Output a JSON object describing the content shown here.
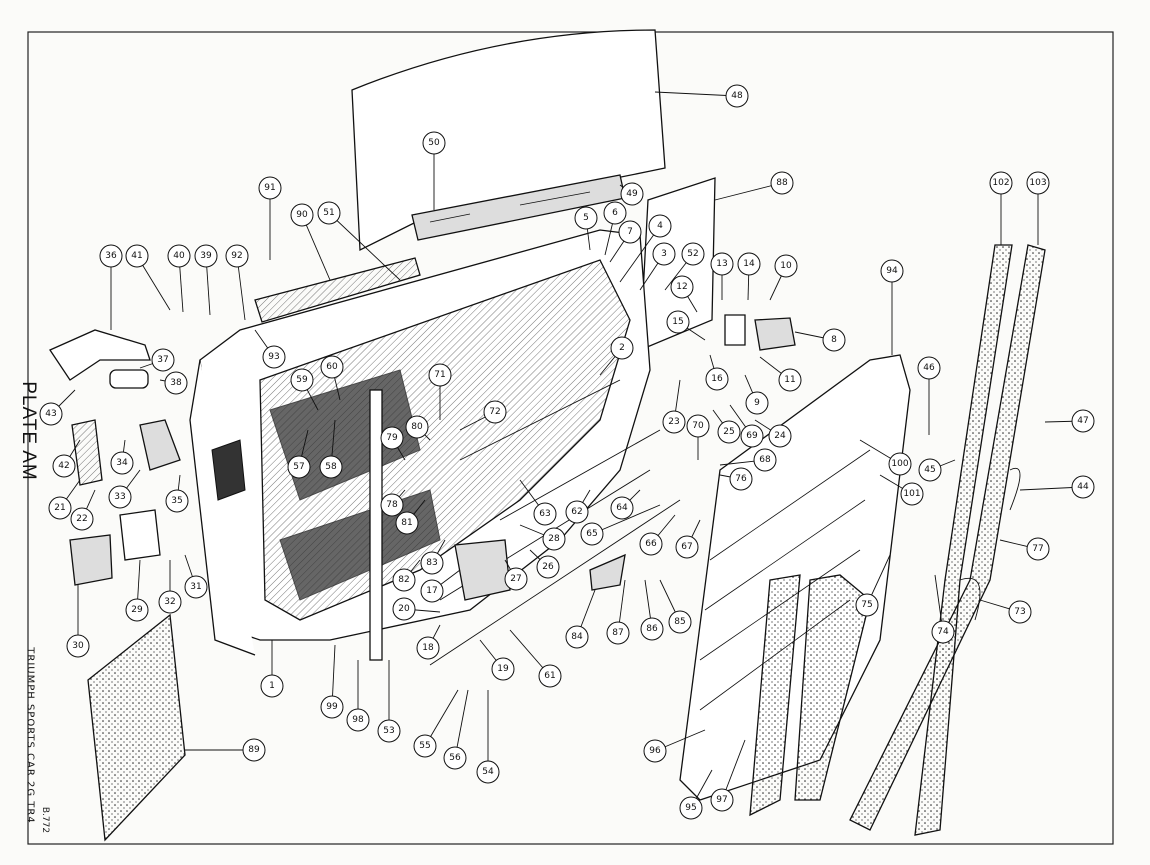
{
  "plate_title": "PLATE AM",
  "caption": "TRIUMPH SPORTS CAR 2G TR4",
  "plate_code": "B.772",
  "diagram_type": "exploded-parts-diagram",
  "callouts": [
    "1",
    "2",
    "3",
    "4",
    "5",
    "6",
    "7",
    "8",
    "9",
    "10",
    "11",
    "12",
    "13",
    "14",
    "15",
    "16",
    "17",
    "18",
    "19",
    "20",
    "21",
    "22",
    "23",
    "24",
    "25",
    "26",
    "27",
    "28",
    "29",
    "30",
    "31",
    "32",
    "33",
    "34",
    "35",
    "36",
    "37",
    "38",
    "39",
    "40",
    "41",
    "42",
    "43",
    "44",
    "45",
    "46",
    "47",
    "48",
    "49",
    "50",
    "51",
    "52",
    "53",
    "54",
    "55",
    "56",
    "57",
    "58",
    "59",
    "60",
    "61",
    "62",
    "63",
    "64",
    "65",
    "66",
    "67",
    "68",
    "69",
    "70",
    "71",
    "72",
    "73",
    "74",
    "75",
    "76",
    "77",
    "78",
    "79",
    "80",
    "81",
    "82",
    "83",
    "84",
    "85",
    "86",
    "87",
    "88",
    "89",
    "90",
    "91",
    "92",
    "93",
    "94",
    "95",
    "96",
    "97",
    "98",
    "99",
    "100",
    "101",
    "102",
    "103"
  ],
  "parts_depicted": [
    "door-shell",
    "door-glass",
    "window-channel",
    "door-trim-panel",
    "window-regulator",
    "door-lock",
    "door-handle",
    "weatherstrip-seals",
    "check-strap",
    "striker-plate"
  ]
}
